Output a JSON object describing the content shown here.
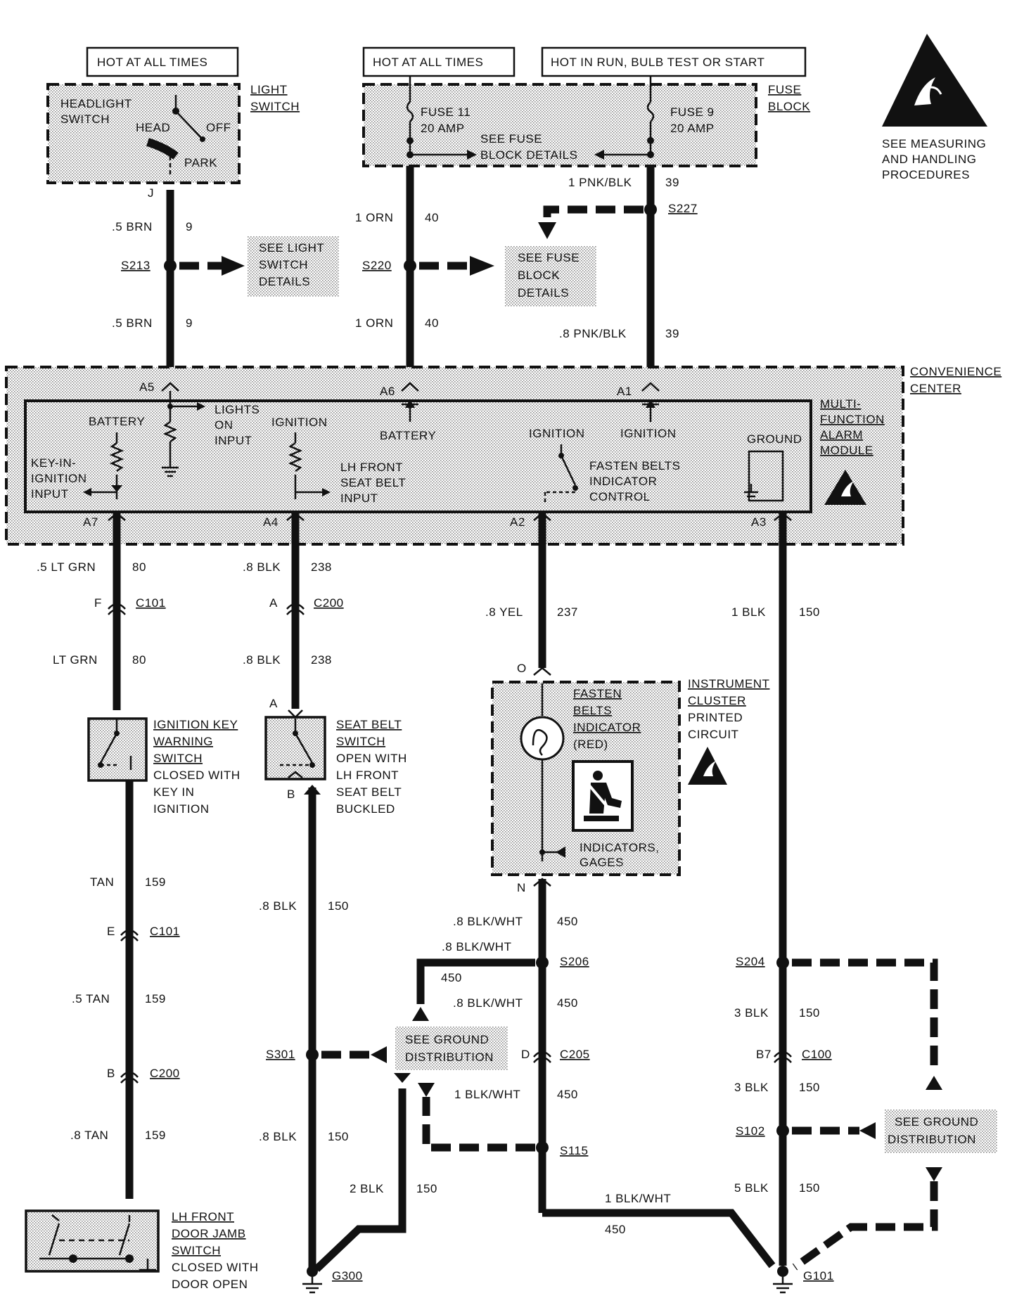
{
  "power": {
    "hot_always_1": "HOT AT ALL TIMES",
    "hot_always_2": "HOT AT ALL TIMES",
    "hot_run": "HOT IN RUN, BULB TEST OR START"
  },
  "light_switch": {
    "name": [
      "LIGHT",
      "SWITCH"
    ],
    "inner": [
      "HEADLIGHT",
      "SWITCH"
    ],
    "head": "HEAD",
    "off": "OFF",
    "park": "PARK",
    "pin": "J"
  },
  "fuse_block": {
    "name": [
      "FUSE",
      "BLOCK"
    ],
    "fuse11": [
      "FUSE 11",
      "20 AMP"
    ],
    "fuse9": [
      "FUSE 9",
      "20 AMP"
    ],
    "details": [
      "SEE FUSE",
      "BLOCK DETAILS"
    ]
  },
  "esd_note": [
    "SEE MEASURING",
    "AND HANDLING",
    "PROCEDURES"
  ],
  "wires": {
    "brn_top": ".5 BRN",
    "brn_top_circ": "9",
    "s213": "S213",
    "brn_bot": ".5 BRN",
    "brn_bot_circ": "9",
    "see_light": [
      "SEE LIGHT",
      "SWITCH",
      "DETAILS"
    ],
    "orn_top": "1 ORN",
    "orn_top_circ": "40",
    "s220": "S220",
    "orn_bot": "1 ORN",
    "orn_bot_circ": "40",
    "see_fuse": [
      "SEE FUSE",
      "BLOCK",
      "DETAILS"
    ],
    "pnk_top": "1 PNK/BLK",
    "pnk_top_circ": "39",
    "s227": "S227",
    "pnk_bot": ".8 PNK/BLK",
    "pnk_bot_circ": "39"
  },
  "convenience_center": [
    "CONVENIENCE",
    "CENTER"
  ],
  "module": {
    "name": [
      "MULTI-",
      "FUNCTION",
      "ALARM",
      "MODULE"
    ],
    "battery1": "BATTERY",
    "lights_on": [
      "LIGHTS",
      "ON",
      "INPUT"
    ],
    "ignition1": "IGNITION",
    "battery2": "BATTERY",
    "ignition2": "IGNITION",
    "ignition3": "IGNITION",
    "ground": "GROUND",
    "key_in": [
      "KEY-IN-",
      "IGNITION",
      "INPUT"
    ],
    "lh_front": [
      "LH FRONT",
      "SEAT BELT",
      "INPUT"
    ],
    "fasten": [
      "FASTEN BELTS",
      "INDICATOR",
      "CONTROL"
    ],
    "pins": {
      "a5": "A5",
      "a6": "A6",
      "a1": "A1",
      "a7": "A7",
      "a4": "A4",
      "a2": "A2",
      "a3": "A3"
    }
  },
  "lower": {
    "ltgrn1": ".5 LT GRN",
    "ltgrn1_circ": "80",
    "f": "F",
    "c101a": "C101",
    "ltgrn2": "LT GRN",
    "ltgrn2_circ": "80",
    "blk1": ".8 BLK",
    "blk1_circ": "238",
    "a": "A",
    "c200a": "C200",
    "blk2": ".8 BLK",
    "blk2_circ": "238",
    "yel": ".8 YEL",
    "yel_circ": "237",
    "blk150": "1 BLK",
    "blk150_circ": "150",
    "ign_key": [
      "IGNITION KEY",
      "WARNING",
      "SWITCH",
      "CLOSED WITH",
      "KEY IN",
      "IGNITION"
    ],
    "seat_belt": [
      "SEAT BELT",
      "SWITCH",
      "OPEN WITH",
      "LH FRONT",
      "SEAT BELT",
      "BUCKLED"
    ],
    "pin_a2": "A",
    "pin_b": "B",
    "pin_o": "O",
    "pin_n": "N",
    "fasten_ind": [
      "FASTEN",
      "BELTS",
      "INDICATOR",
      "(RED)"
    ],
    "ind_gages": [
      "INDICATORS,",
      "GAGES"
    ],
    "inst_cluster": [
      "INSTRUMENT",
      "CLUSTER",
      "PRINTED",
      "CIRCUIT"
    ],
    "tan1": "TAN",
    "tan1_circ": "159",
    "e": "E",
    "c101b": "C101",
    "tan2": ".5 TAN",
    "tan2_circ": "159",
    "b": "B",
    "c200b": "C200",
    "tan3": ".8 TAN",
    "tan3_circ": "159",
    "blk3": ".8 BLK",
    "blk3_circ": "150",
    "s301": "S301",
    "blk4": ".8 BLK",
    "blk4_circ": "150",
    "blk5": "2 BLK",
    "blk5_circ": "150",
    "g300": "G300",
    "bw1": ".8 BLK/WHT",
    "bw1_circ": "450",
    "bw2": ".8 BLK/WHT",
    "bw2_circ": "450",
    "s206": "S206",
    "bw3": ".8 BLK/WHT",
    "bw3_circ": "450",
    "d": "D",
    "c205": "C205",
    "bw4": "1 BLK/WHT",
    "bw4_circ": "450",
    "s115": "S115",
    "bw5": "1 BLK/WHT",
    "bw5_circ": "450",
    "see_ground1": [
      "SEE GROUND",
      "DISTRIBUTION"
    ],
    "s204": "S204",
    "blk6": "3 BLK",
    "blk6_circ": "150",
    "b7": "B7",
    "c100": "C100",
    "blk7": "3 BLK",
    "blk7_circ": "150",
    "s102": "S102",
    "see_ground2": [
      "SEE GROUND",
      "DISTRIBUTION"
    ],
    "blk8": "5 BLK",
    "blk8_circ": "150",
    "g101": "G101",
    "door_jamb": [
      "LH FRONT",
      "DOOR JAMB",
      "SWITCH",
      "CLOSED WITH",
      "DOOR OPEN"
    ]
  }
}
